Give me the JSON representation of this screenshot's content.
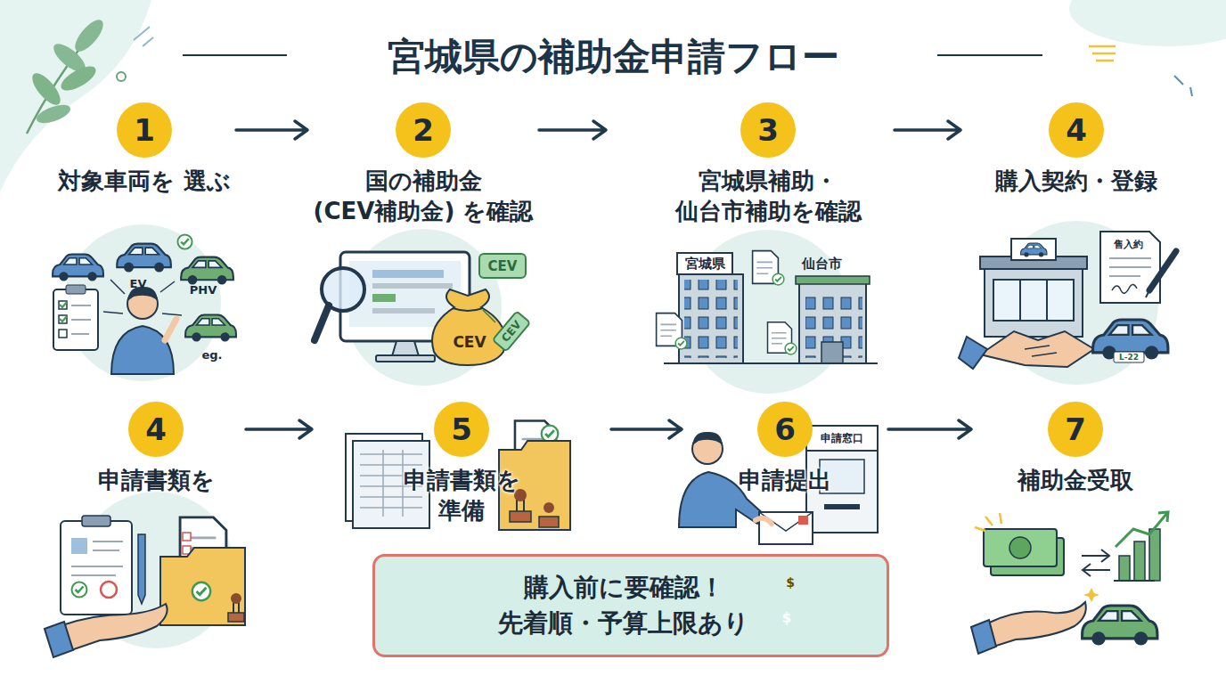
{
  "diagram": {
    "title": "宮城県の補助金申請フロー",
    "nodes": [
      {
        "text": [
          "1",
          "対象車両を 選ぶ"
        ]
      },
      {
        "text": [
          "2",
          "国の補助金 (CEV補助金) を確認"
        ]
      },
      {
        "text": [
          "3",
          "宮城県補助・ 仙台市補助を確認"
        ]
      },
      {
        "text": [
          "4",
          "購入契約・登録"
        ]
      },
      {
        "text": [
          "4",
          "申請書類を"
        ]
      },
      {
        "text": [
          "5",
          "申請書類を 準備"
        ]
      },
      {
        "text": [
          "6",
          "申請提出"
        ]
      },
      {
        "text": [
          "7",
          "補助金受取"
        ]
      },
      {
        "text": [
          "購入前に要確認！ 先着順・予算上限あり"
        ]
      }
    ],
    "edges": [
      {
        "from": 0,
        "to": 1,
        "arrow": "to"
      },
      {
        "from": 1,
        "to": 2,
        "arrow": "to"
      },
      {
        "from": 2,
        "to": 3,
        "arrow": "to"
      },
      {
        "from": 4,
        "to": 5,
        "arrow": "to"
      },
      {
        "from": 5,
        "to": 6,
        "arrow": "to"
      },
      {
        "from": 6,
        "to": 7,
        "arrow": "to"
      }
    ],
    "labels": [
      "EV",
      "PHV",
      "eg.",
      "CEV",
      "CEV",
      "CEV",
      "宮城県",
      "仙台市",
      "售入約",
      "L-22",
      "申請窓口",
      "$",
      "$"
    ]
  }
}
